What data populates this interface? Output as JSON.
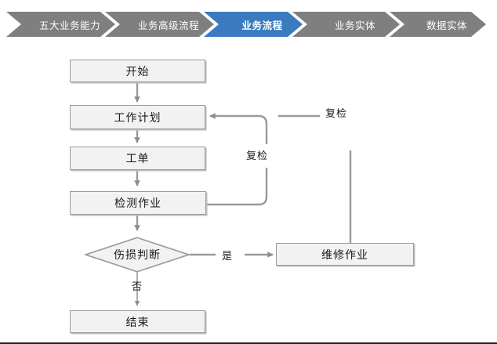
{
  "breadcrumb": {
    "accent_active": "#3a7bbf",
    "accent_inactive": "#7f7f7f",
    "items": [
      {
        "label": "五大业务能力",
        "active": false
      },
      {
        "label": "业务高级流程",
        "active": false
      },
      {
        "label": "业务流程",
        "active": true
      },
      {
        "label": "业务实体",
        "active": false
      },
      {
        "label": "数据实体",
        "active": false
      }
    ]
  },
  "flowchart": {
    "type": "diagram",
    "node_fill": "#f2f2f2",
    "node_border": "#9a9a9a",
    "line_color": "#9a9a9a",
    "nodes": [
      {
        "id": "start",
        "label": "开始",
        "shape": "box"
      },
      {
        "id": "plan",
        "label": "工作计划",
        "shape": "box"
      },
      {
        "id": "order",
        "label": "工单",
        "shape": "box"
      },
      {
        "id": "inspect",
        "label": "检测作业",
        "shape": "box"
      },
      {
        "id": "judge",
        "label": "伤损判断",
        "shape": "diamond"
      },
      {
        "id": "repair",
        "label": "维修作业",
        "shape": "box"
      },
      {
        "id": "end",
        "label": "结束",
        "shape": "box"
      }
    ],
    "edge_labels": [
      {
        "id": "recheck-inner",
        "label": "复检"
      },
      {
        "id": "recheck-outer",
        "label": "复检"
      },
      {
        "id": "yes",
        "label": "是"
      },
      {
        "id": "no",
        "label": "否"
      }
    ]
  }
}
